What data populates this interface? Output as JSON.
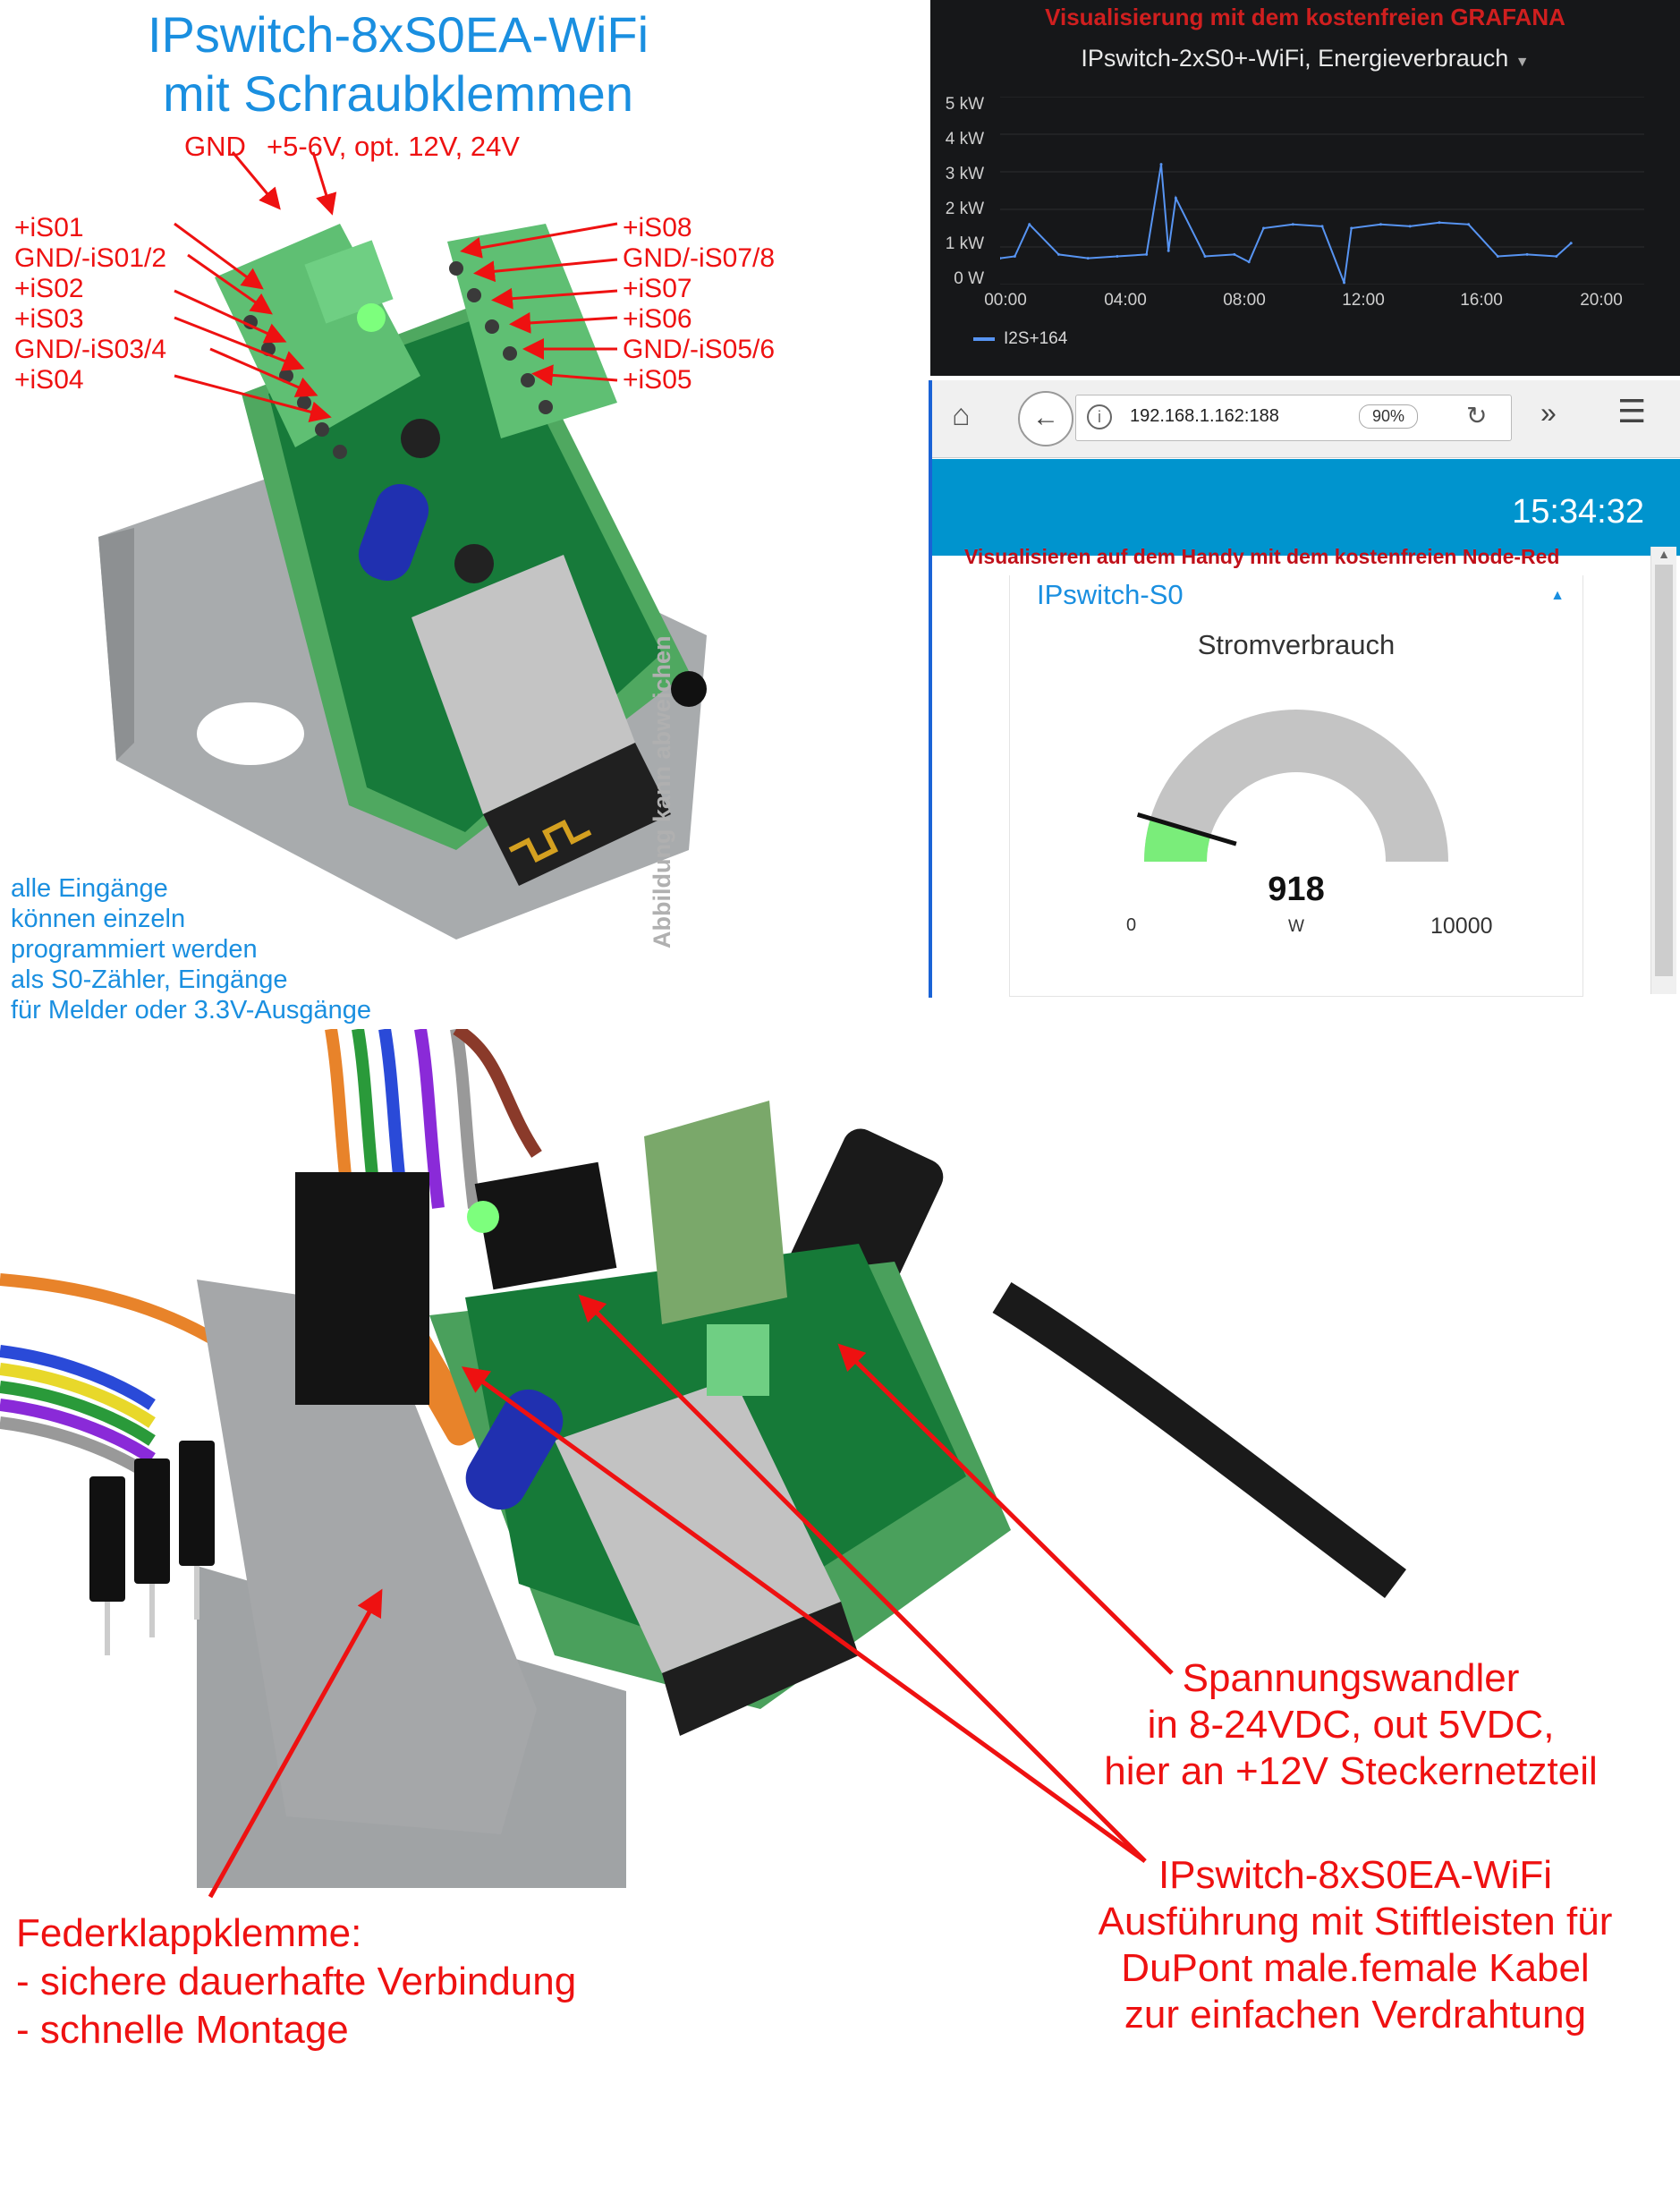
{
  "title": {
    "line1": "IPswitch-8xS0EA-WiFi",
    "line2": "mit Schraubklemmen"
  },
  "power_labels": {
    "gnd": "GND",
    "vin": "+5-6V, opt. 12V, 24V"
  },
  "left_pins": [
    "+iS01",
    "GND/-iS01/2",
    "+iS02",
    "+iS03",
    "GND/-iS03/4",
    "+iS04"
  ],
  "right_pins": [
    "+iS08",
    "GND/-iS07/8",
    "+iS07",
    "+iS06",
    "GND/-iS05/6",
    "+iS05"
  ],
  "watermark": "Abbildung kann abweichen",
  "inputs_note": [
    "alle Eingänge",
    "können einzeln",
    "programmiert werden",
    "als S0-Zähler, Eingänge",
    "für Melder oder 3.3V-Ausgänge"
  ],
  "grafana": {
    "header": "Visualisierung mit dem kostenfreien GRAFANA",
    "panel_title": "IPswitch-2xS0+-WiFi, Energieverbrauch",
    "y_ticks": [
      "5 kW",
      "4 kW",
      "3 kW",
      "2 kW",
      "1 kW",
      "0 W"
    ],
    "x_ticks": [
      "00:00",
      "04:00",
      "08:00",
      "12:00",
      "16:00",
      "20:00"
    ],
    "legend": "I2S+164",
    "series_color": "#5794f2",
    "chart_data": {
      "type": "line",
      "x": [
        "00:00",
        "00:30",
        "01:00",
        "02:00",
        "03:00",
        "04:00",
        "05:00",
        "05:30",
        "05:45",
        "06:00",
        "07:00",
        "08:00",
        "08:30",
        "09:00",
        "10:00",
        "11:00",
        "11:45",
        "12:00",
        "13:00",
        "14:00",
        "15:00",
        "16:00",
        "17:00",
        "18:00",
        "19:00",
        "19:30"
      ],
      "series": [
        {
          "name": "I2S+164",
          "values": [
            0.7,
            0.75,
            1.6,
            0.8,
            0.7,
            0.75,
            0.8,
            3.2,
            0.9,
            2.3,
            0.75,
            0.8,
            0.6,
            1.5,
            1.6,
            1.55,
            0.05,
            1.5,
            1.6,
            1.55,
            1.65,
            1.6,
            0.75,
            0.8,
            0.75,
            1.1
          ]
        }
      ],
      "ylim": [
        0,
        5
      ],
      "ylabel": "",
      "xlabel": ""
    }
  },
  "nodered": {
    "url": "192.168.1.162:188",
    "zoom": "90%",
    "time": "15:34:32",
    "banner": "Visualisieren auf dem Handy mit dem kostenfreien Node-Red",
    "group": "IPswitch-S0",
    "gauge_title": "Stromverbrauch",
    "gauge_value": 918,
    "gauge_unit": "W",
    "gauge_min": "0",
    "gauge_max": "10000",
    "gauge_fraction": 0.0918
  },
  "captions": {
    "converter": [
      "Spannungswandler",
      "in 8-24VDC, out 5VDC,",
      "hier an +12V Steckernetzteil"
    ],
    "device": [
      "IPswitch-8xS0EA-WiFi",
      "Ausführung mit Stiftleisten für",
      "DuPont male.female Kabel",
      "zur einfachen Verdrahtung"
    ],
    "clamp": [
      "Federklappklemme:",
      "- sichere dauerhafte Verbindung",
      "- schnelle Montage"
    ]
  }
}
